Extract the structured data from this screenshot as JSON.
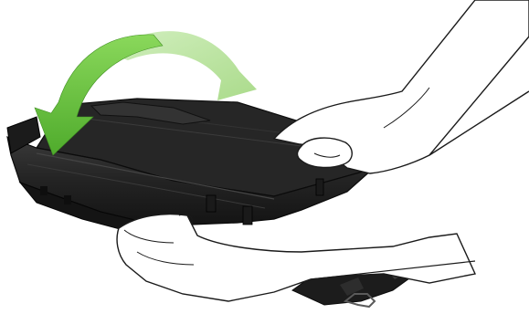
{
  "figure": {
    "kind": "instructional-illustration",
    "subject": "toner-cartridge",
    "action": "rotate-cartridge-forward",
    "colors": {
      "background": "#ffffff",
      "cartridge_body": "#1f1f1f",
      "cartridge_top": "#2b2b2b",
      "cartridge_edge": "#0e0e0e",
      "hand_fill": "#ffffff",
      "hand_stroke": "#1a1a1a",
      "arrow_front": "#6cc63c",
      "arrow_front_dark": "#4aa22a",
      "arrow_back": "#b7e19a"
    },
    "icons": [
      "curved-rotation-arrow",
      "left-hand",
      "right-hand",
      "toner-cartridge"
    ]
  }
}
